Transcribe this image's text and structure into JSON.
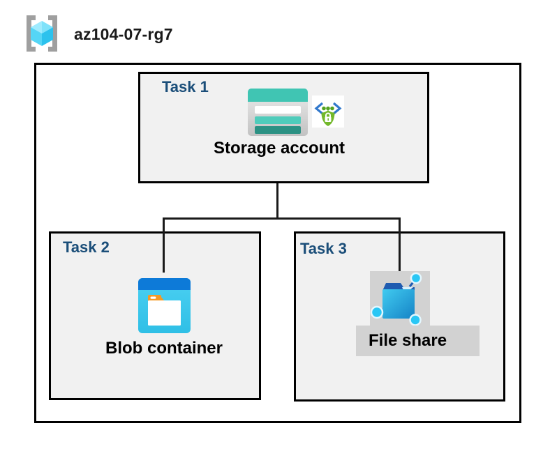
{
  "header": {
    "title": "az104-07-rg7",
    "icon": "resource-group-icon"
  },
  "tasks": {
    "task1": {
      "label": "Task 1",
      "resource": "Storage account",
      "icons": [
        "storage-account-icon",
        "sas-security-icon"
      ]
    },
    "task2": {
      "label": "Task 2",
      "resource": "Blob container",
      "icons": [
        "blob-container-icon"
      ]
    },
    "task3": {
      "label": "Task 3",
      "resource": "File share",
      "icons": [
        "file-share-icon"
      ]
    }
  },
  "connections": [
    {
      "from": "Storage account",
      "to": "Blob container"
    },
    {
      "from": "Storage account",
      "to": "File share"
    }
  ],
  "colors": {
    "task_title_blue": "#1b4e79",
    "box_fill": "#f1f1f1",
    "border_black": "#000000",
    "connector": "#1a1a1a",
    "storage_teal": "#40c5b3",
    "storage_teal_dark": "#2b9183",
    "blob_header_blue": "#0d7ad8",
    "blob_body_cyan": "#38c7ee",
    "folder_tab_orange": "#f59a23",
    "fileshare_gray": "#d2d2d2",
    "fileshare_blue": "#1f5bb0",
    "node_cyan": "#29c7f5",
    "shield_green": "#73b82b",
    "bracket_gray": "#9f9f9f"
  }
}
